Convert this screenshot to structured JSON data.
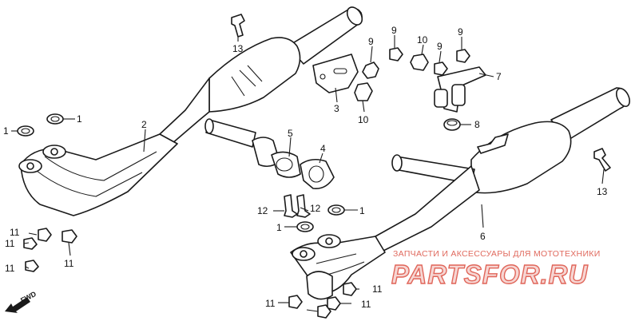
{
  "callouts": [
    {
      "id": "c1a",
      "label": "1"
    },
    {
      "id": "c1b",
      "label": "1"
    },
    {
      "id": "c1c",
      "label": "1"
    },
    {
      "id": "c1d",
      "label": "1"
    },
    {
      "id": "c2",
      "label": "2"
    },
    {
      "id": "c3",
      "label": "3"
    },
    {
      "id": "c4",
      "label": "4"
    },
    {
      "id": "c5",
      "label": "5"
    },
    {
      "id": "c6",
      "label": "6"
    },
    {
      "id": "c7",
      "label": "7"
    },
    {
      "id": "c8",
      "label": "8"
    },
    {
      "id": "c9a",
      "label": "9"
    },
    {
      "id": "c9b",
      "label": "9"
    },
    {
      "id": "c9c",
      "label": "9"
    },
    {
      "id": "c9d",
      "label": "9"
    },
    {
      "id": "c10a",
      "label": "10"
    },
    {
      "id": "c10b",
      "label": "10"
    },
    {
      "id": "c11a",
      "label": "11"
    },
    {
      "id": "c11b",
      "label": "11"
    },
    {
      "id": "c11c",
      "label": "11"
    },
    {
      "id": "c11d",
      "label": "11"
    },
    {
      "id": "c11e",
      "label": "11"
    },
    {
      "id": "c11f",
      "label": "11"
    },
    {
      "id": "c11g",
      "label": "11"
    },
    {
      "id": "c12a",
      "label": "12"
    },
    {
      "id": "c12b",
      "label": "12"
    },
    {
      "id": "c13a",
      "label": "13"
    },
    {
      "id": "c13b",
      "label": "13"
    }
  ],
  "watermark": {
    "tagline": "ЗАПЧАСТИ И АКСЕССУАРЫ ДЛЯ МОТОТЕХНИКИ",
    "logo": "PARTSFOR.RU",
    "color": "#e0665a"
  },
  "direction_marker": {
    "label": "FWD",
    "icon": "arrow-icon"
  }
}
